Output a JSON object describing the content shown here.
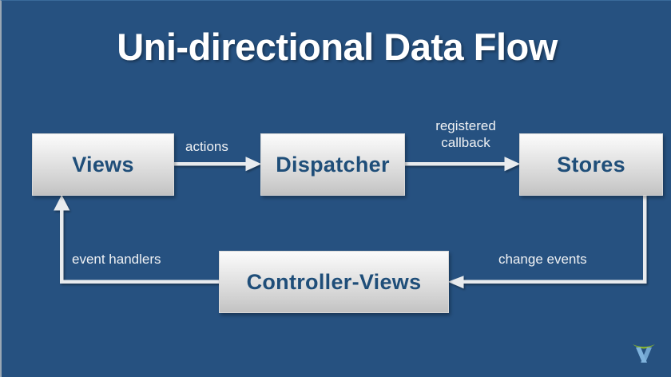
{
  "slide": {
    "title": "Uni-directional Data Flow",
    "background_color": "#265180",
    "node_text_color": "#1f4e79",
    "label_color": "#f0f2f4",
    "connector_color": "#e8ebee"
  },
  "nodes": [
    {
      "id": "views",
      "label": "Views"
    },
    {
      "id": "dispatcher",
      "label": "Dispatcher"
    },
    {
      "id": "stores",
      "label": "Stores"
    },
    {
      "id": "controller",
      "label": "Controller-Views"
    }
  ],
  "edges": [
    {
      "id": "views-to-dispatcher",
      "label": "actions",
      "from": "views",
      "to": "dispatcher"
    },
    {
      "id": "dispatcher-to-stores",
      "label_line1": "registered",
      "label_line2": "callback",
      "label": "registered callback",
      "from": "dispatcher",
      "to": "stores"
    },
    {
      "id": "stores-to-controller",
      "label": "change events",
      "from": "stores",
      "to": "controller"
    },
    {
      "id": "controller-to-views",
      "label": "event handlers",
      "from": "controller",
      "to": "views"
    }
  ],
  "logo": {
    "name": "brand-logo",
    "arc_color": "#8cb92a",
    "mark_color": "#7fb3dd"
  }
}
